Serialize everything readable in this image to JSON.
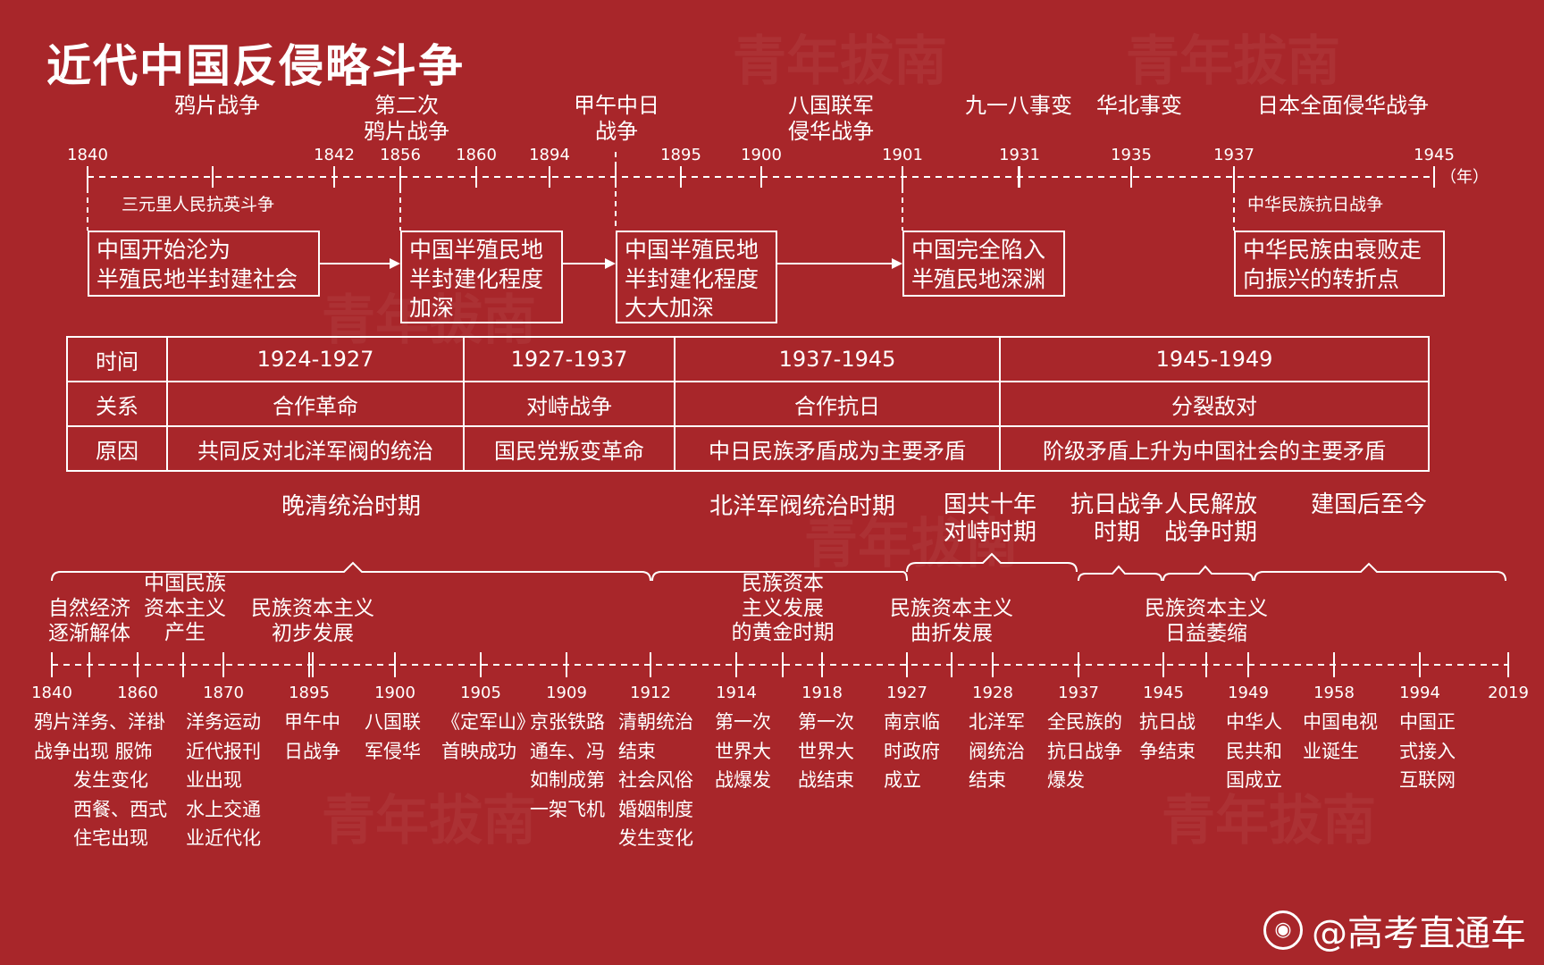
{
  "title": "近代中国反侵略斗争",
  "top_timeline": {
    "years": [
      "1840",
      "1842",
      "1856",
      "1860",
      "1894",
      "1895",
      "1900",
      "1901",
      "1931",
      "1935",
      "1937",
      "1945"
    ],
    "unit": "（年）",
    "wars": [
      {
        "line1": "",
        "line2": "鸦片战争"
      },
      {
        "line1": "第二次",
        "line2": "鸦片战争"
      },
      {
        "line1": "甲午中日",
        "line2": "战争"
      },
      {
        "line1": "八国联军",
        "line2": "侵华战争"
      },
      {
        "line1": "",
        "line2": "九一八事变"
      },
      {
        "line1": "",
        "line2": "华北事变"
      },
      {
        "line1": "",
        "line2": "日本全面侵华战争"
      }
    ],
    "notes": [
      "三元里人民抗英斗争",
      "中华民族抗日战争"
    ],
    "stages": [
      {
        "line1": "中国开始沦为",
        "line2": "半殖民地半封建社会",
        "line3": ""
      },
      {
        "line1": "中国半殖民地",
        "line2": "半封建化程度",
        "line3": "加深"
      },
      {
        "line1": "中国半殖民地",
        "line2": "半封建化程度",
        "line3": "大大加深"
      },
      {
        "line1": "中国完全陷入",
        "line2": "半殖民地深渊",
        "line3": ""
      },
      {
        "line1": "中华民族由衰败走",
        "line2": "向振兴的转折点",
        "line3": ""
      }
    ]
  },
  "relations_table": {
    "row_headers": [
      "时间",
      "关系",
      "原因"
    ],
    "columns": [
      {
        "time": "1924-1927",
        "relation": "合作革命",
        "reason": "共同反对北洋军阀的统治"
      },
      {
        "time": "1927-1937",
        "relation": "对峙战争",
        "reason": "国民党叛变革命"
      },
      {
        "time": "1937-1945",
        "relation": "合作抗日",
        "reason": "中日民族矛盾成为主要矛盾"
      },
      {
        "time": "1945-1949",
        "relation": "分裂敌对",
        "reason": "阶级矛盾上升为中国社会的主要矛盾"
      }
    ]
  },
  "periods": [
    {
      "line1": "",
      "line2": "晚清统治时期"
    },
    {
      "line1": "",
      "line2": "北洋军阀统治时期"
    },
    {
      "line1": "国共十年",
      "line2": "对峙时期"
    },
    {
      "line1": "抗日战争",
      "line2": "时期"
    },
    {
      "line1": "人民解放",
      "line2": "战争时期"
    },
    {
      "line1": "",
      "line2": "建国后至今"
    }
  ],
  "economy": [
    {
      "line1": "自然经济",
      "line2": "逐渐解体",
      "line3": ""
    },
    {
      "line1": "中国民族",
      "line2": "资本主义",
      "line3": "产生"
    },
    {
      "line1": "民族资本主义",
      "line2": "初步发展",
      "line3": ""
    },
    {
      "line1": "民族资本",
      "line2": "主义发展",
      "line3": "的黄金时期"
    },
    {
      "line1": "民族资本主义",
      "line2": "曲折发展",
      "line3": ""
    },
    {
      "line1": "民族资本主义",
      "line2": "日益萎缩",
      "line3": ""
    }
  ],
  "bottom_timeline": {
    "years": [
      "1840",
      "1860",
      "1870",
      "1895",
      "1900",
      "1905",
      "1909",
      "1912",
      "1914",
      "1918",
      "1927",
      "1928",
      "1937",
      "1945",
      "1949",
      "1958",
      "1994",
      "2019"
    ],
    "events": [
      [
        "鸦片洋务、洋褂",
        "战争出现  服饰",
        "发生变化",
        "西餐、西式",
        "住宅出现"
      ],
      [
        "洋务运动",
        "近代报刊",
        "业出现",
        "水上交通",
        "业近代化"
      ],
      [
        "甲午中",
        "日战争"
      ],
      [
        "八国联",
        "军侵华"
      ],
      [
        "《定军山》",
        "首映成功"
      ],
      [
        "京张铁路",
        "通车、冯",
        "如制成第",
        "一架飞机"
      ],
      [
        "清朝统治",
        "结束",
        "社会风俗",
        "婚姻制度",
        "发生变化"
      ],
      [
        "第一次",
        "世界大",
        "战爆发"
      ],
      [
        "第一次",
        "世界大",
        "战结束"
      ],
      [
        "南京临",
        "时政府",
        "成立"
      ],
      [
        "北洋军",
        "阀统治",
        "结束"
      ],
      [
        "全民族的",
        "抗日战争",
        "爆发"
      ],
      [
        "抗日战",
        "争结束"
      ],
      [
        "中华人",
        "民共和",
        "国成立"
      ],
      [
        "中国电视",
        "业诞生"
      ],
      [
        "中国正",
        "式接入",
        "互联网"
      ]
    ]
  },
  "watermark": "青年拔南",
  "brand": {
    "icon": "weibo-icon",
    "text": "@高考直通车"
  },
  "colors": {
    "background": "#a8262a",
    "foreground": "#ffffff"
  }
}
